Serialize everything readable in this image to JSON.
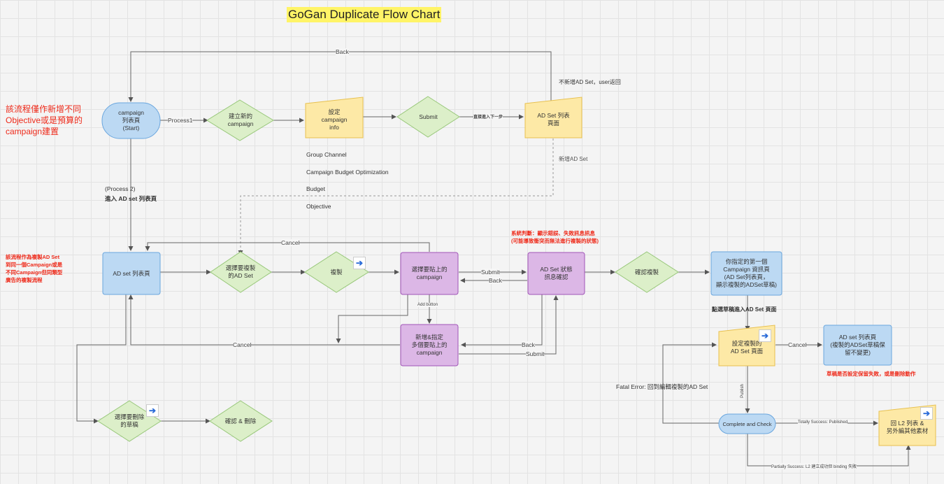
{
  "title": "GoGan Duplicate Flow Chart",
  "notes": {
    "top_left": "該流程僅作新增不同\nObjective或是預算的\ncampaign建置",
    "mid_left": "該流程作為複製AD Set\n到同一個Campaign或是\n不同Campaign但同類型\n廣告的複製流程",
    "system_check": "系統判斷：顯示錯誤、失敗訊息訊息\n(可能導致衝突而無法進行複製的狀態)",
    "save_failure": "草稿是否設定保留失敗，或是刪除動作"
  },
  "nodes": {
    "campaign_list": "campaign\n列表頁\n(Start)",
    "create_campaign": "建立新的\ncampaign",
    "set_campaign_info": "設定\ncampaign\ninfo",
    "submit": "Submit",
    "adset_list_top": "AD Set 列表\n頁面",
    "adset_list_mid": "AD set 列表頁",
    "select_copy_adset": "選擇要複製\n的AD Set",
    "copy": "複製",
    "select_campaign": "選擇要貼上的\ncampaign",
    "adset_status_confirm": "AD Set 狀態\n訊息確認",
    "confirm_copy": "確認複製",
    "target_campaign_info": "你指定的第一個\nCampaign 資訊頁\n(AD Set列表頁，\n顯示複製的ADSet草稿)",
    "new_multi_campaign": "新增&指定\n多個要貼上的\ncampaign",
    "edit_copied_adset": "設定複製的\nAD Set 頁面",
    "adset_list_right": "AD set 列表頁\n(複製的ADSet草稿保\n留不變更)",
    "complete_check": "Complete and Check",
    "back_l2": "回 L2 列表 &\n另外編其他素材",
    "select_delete_draft": "選擇要刪除\n的草稿",
    "confirm_delete": "確認 & 刪除"
  },
  "info_list": [
    "Group Channel",
    "Campaign Budget Optimization",
    "Budget",
    "Objective"
  ],
  "edge_labels": {
    "back_top": "Back",
    "process1": "Process1",
    "direct_next": "直接進入下一步",
    "no_new_adset": "不新增AD Set，user返回",
    "new_adset": "新增AD Set",
    "process2_a": "(Process 2)",
    "process2_b": "進入 AD set 列表頁",
    "cancel_1": "Cancel",
    "submit_1": "Submit",
    "back_1": "Back",
    "add_button": "Add button",
    "cancel_2": "Cancel",
    "back_2": "Back",
    "submit_2": "Submit",
    "click_draft": "點選草稿進入AD Set 頁面",
    "cancel_3": "Cancel",
    "publish": "Publish",
    "fatal_error": "Fatal Error: 回到編輯複製的AD Set",
    "totally_success": "Totally Success: Published",
    "partially_success": "Partially Success: L2 建立成功但 binding 失敗"
  },
  "colors": {
    "blue_fill": "#bcd9f3",
    "blue_stroke": "#6aa6de",
    "green_fill": "#dcefc9",
    "green_stroke": "#98c77a",
    "yellow_fill": "#fde9a6",
    "yellow_stroke": "#e7c04f",
    "purple_fill": "#dcb7e6",
    "purple_stroke": "#a055b7",
    "red_note": "#ee2a1a",
    "title_bg": "#fff467"
  }
}
